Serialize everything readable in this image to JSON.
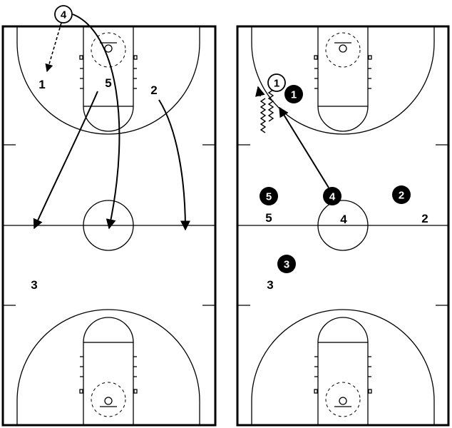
{
  "left_court": {
    "player_labels": [
      {
        "id": "p1",
        "text": "1"
      },
      {
        "id": "p5",
        "text": "5"
      },
      {
        "id": "p2",
        "text": "2"
      },
      {
        "id": "p3",
        "text": "3"
      }
    ],
    "ring_players": [
      {
        "id": "r4",
        "text": "4"
      }
    ],
    "dot_players": []
  },
  "right_court": {
    "player_labels": [
      {
        "id": "p5",
        "text": "5"
      },
      {
        "id": "p4",
        "text": "4"
      },
      {
        "id": "p2",
        "text": "2"
      },
      {
        "id": "p3",
        "text": "3"
      }
    ],
    "ring_players": [
      {
        "id": "r1",
        "text": "1"
      }
    ],
    "dot_players": [
      {
        "id": "d1",
        "text": "1"
      },
      {
        "id": "d4",
        "text": "4"
      },
      {
        "id": "d5",
        "text": "5"
      },
      {
        "id": "d2",
        "text": "2"
      },
      {
        "id": "d3",
        "text": "3"
      }
    ]
  }
}
